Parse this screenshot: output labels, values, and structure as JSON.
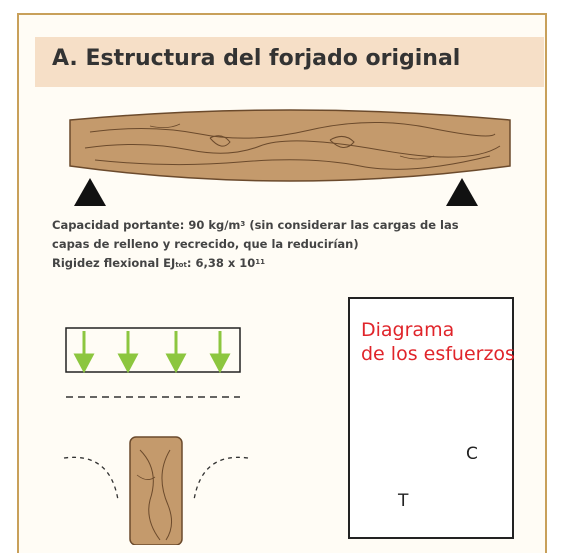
{
  "section": {
    "title": "A. Estructura del forjado original"
  },
  "capacity": {
    "label": "Capacidad portante:",
    "value": "90 kg/m",
    "unit_superscript": "3",
    "note_line1": "(sin considerar las cargas de las",
    "note_line2": "capas de relleno y recrecido, que la reducirían)"
  },
  "rigidity": {
    "label": "Rigidez flexional EJ",
    "label_subscript": "tot",
    "separator": ":",
    "value": "6,38 x 10",
    "exponent": "11"
  },
  "stress_diagram": {
    "title_line1": "Diagrama",
    "title_line2": "de los esfuerzos",
    "compression_label": "C",
    "tension_label": "T"
  },
  "colors": {
    "frame_border": "#c8a05a",
    "header_bg": "#f6dfc7",
    "wood": "#c49a6c",
    "wood_grain": "#6b4a2c",
    "load_arrows": "#8cc63f",
    "stress_red": "#e0242a"
  }
}
